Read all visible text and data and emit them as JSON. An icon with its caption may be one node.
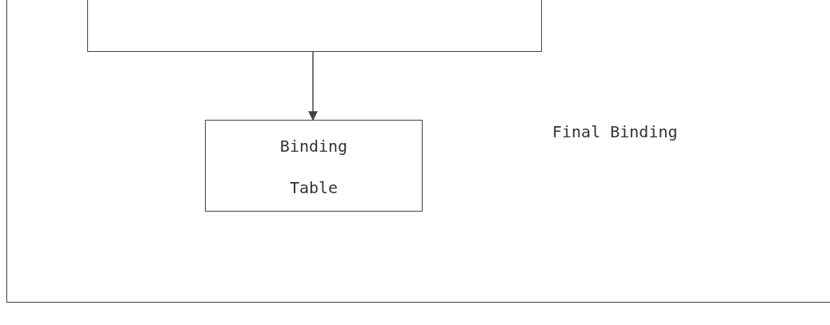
{
  "diagram": {
    "nodes": [
      {
        "text": [],
        "shape": "box"
      },
      {
        "text": [],
        "shape": "box",
        "in": 0
      },
      {
        "text": [
          "Binding Table"
        ],
        "in": 0
      }
    ],
    "edges": [
      {
        "from": 1,
        "to": 2,
        "arrow": "to"
      }
    ],
    "labels": [
      "Final Binding"
    ]
  }
}
